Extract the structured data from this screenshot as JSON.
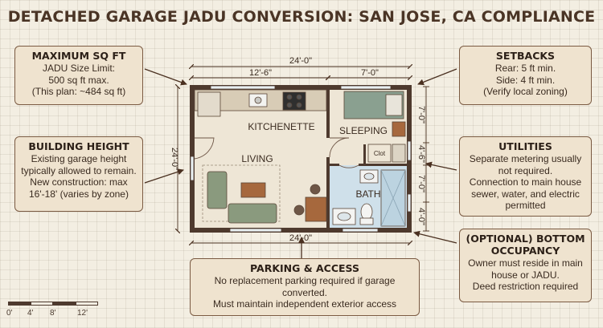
{
  "title": "DETACHED GARAGE JADU CONVERSION: SAN JOSE, CA COMPLIANCE",
  "max_sqft": {
    "heading": "MAXIMUM SQ FT",
    "lines": [
      "JADU Size Limit:",
      "500 sq ft max.",
      "(This plan: ~484 sq ft)"
    ]
  },
  "building_height": {
    "heading": "BUILDING HEIGHT",
    "lines": [
      "Existing garage height",
      "typically allowed to remain.",
      "New construction: max",
      "16'-18' (varies by zone)"
    ]
  },
  "setbacks": {
    "heading": "SETBACKS",
    "lines": [
      "Rear: 5 ft min.",
      "Side: 4 ft min.",
      "(Verify local zoning)"
    ]
  },
  "utilities": {
    "heading": "UTILITIES",
    "lines": [
      "Separate metering usually",
      "not required.",
      "Connection to main house",
      "sewer, water, and electric",
      "permitted"
    ]
  },
  "bottom_occupancy": {
    "heading_line1": "(OPTIONAL) BOTTOM",
    "heading_line2": "OCCUPANCY",
    "lines": [
      "Owner must reside in main",
      "house or JADU.",
      "Deed restriction required"
    ]
  },
  "parking": {
    "heading": "PARKING & ACCESS",
    "lines": [
      "No replacement parking required if garage",
      "converted.",
      "Must maintain independent exterior access"
    ]
  },
  "plan": {
    "dim_top_overall": "24'-0\"",
    "dim_top_left": "12'-6\"",
    "dim_top_right": "7'-0\"",
    "dim_left": "24'-0\"",
    "dim_bottom": "24'-0\"",
    "dim_right_1": "7'-0\"",
    "dim_right_2": "4'-6\"",
    "dim_right_3": "7'-0\"",
    "dim_right_4": "4'-0\"",
    "rooms": {
      "kitchenette": "KITCHENETTE",
      "living": "LIVING",
      "sleeping": "SLEEPING",
      "closet": "Clot",
      "bath": "BATH"
    }
  },
  "scale": {
    "labels": [
      "0'",
      "4'",
      "8'",
      "12'"
    ]
  },
  "colors": {
    "wall": "#4e3a2e",
    "box_fill": "#efe3cf",
    "box_border": "#7a5a42",
    "floor": "#eee6d6",
    "bath_tile": "#cfe0ea",
    "sofa": "#8a9a7e",
    "bed": "#8aa090",
    "wood": "#a6683d",
    "arrow": "#4a3020"
  }
}
